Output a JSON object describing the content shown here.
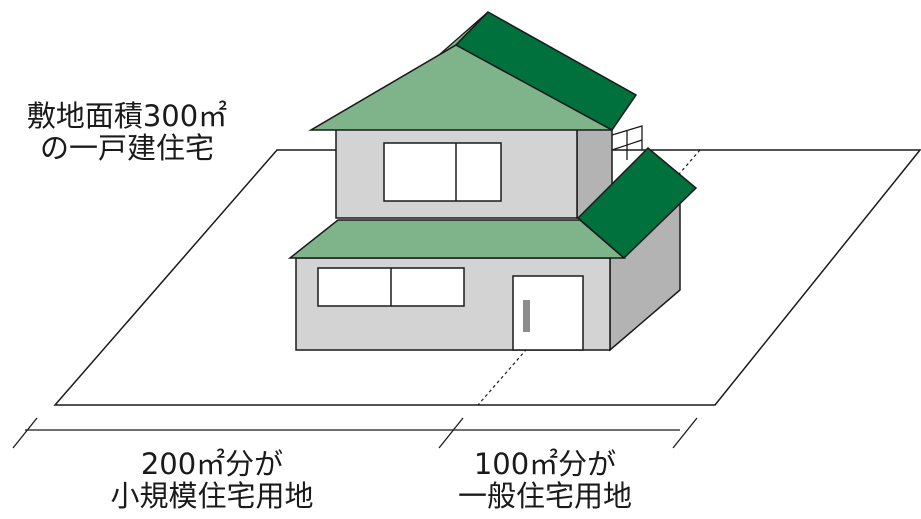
{
  "site_label": [
    "敷地面積300㎡",
    "の一戸建住宅"
  ],
  "small_scale_label": [
    "200㎡分が",
    "小規模住宅用地"
  ],
  "general_label": [
    "100㎡分が",
    "一般住宅用地"
  ],
  "colors": {
    "roof_light": "#7fb48a",
    "roof_dark": "#00703c",
    "wall_front": "#d3d3d3",
    "wall_side": "#b3b3b3",
    "door_handle": "#8c8c8c",
    "line": "#1a1a1a",
    "window": "#ffffff"
  }
}
